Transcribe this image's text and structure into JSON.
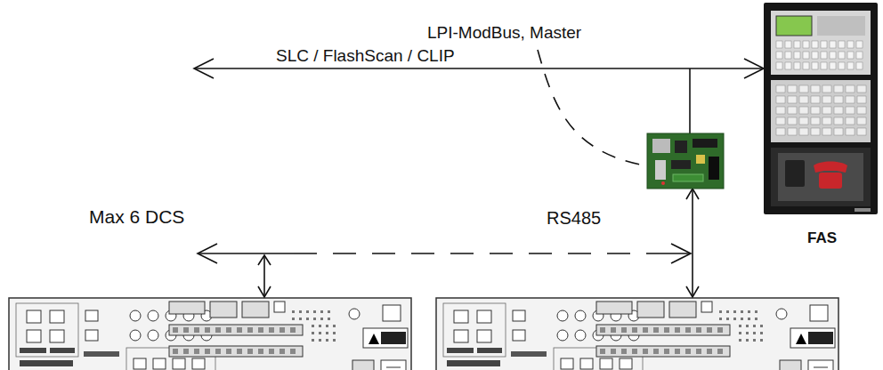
{
  "diagram": {
    "nodes": [
      {
        "text": [
          "FAS"
        ]
      }
    ],
    "labels": [
      "LPI-ModBus, Master",
      "SLC / FlashScan / CLIP",
      "Max 6 DCS",
      "RS485"
    ]
  }
}
